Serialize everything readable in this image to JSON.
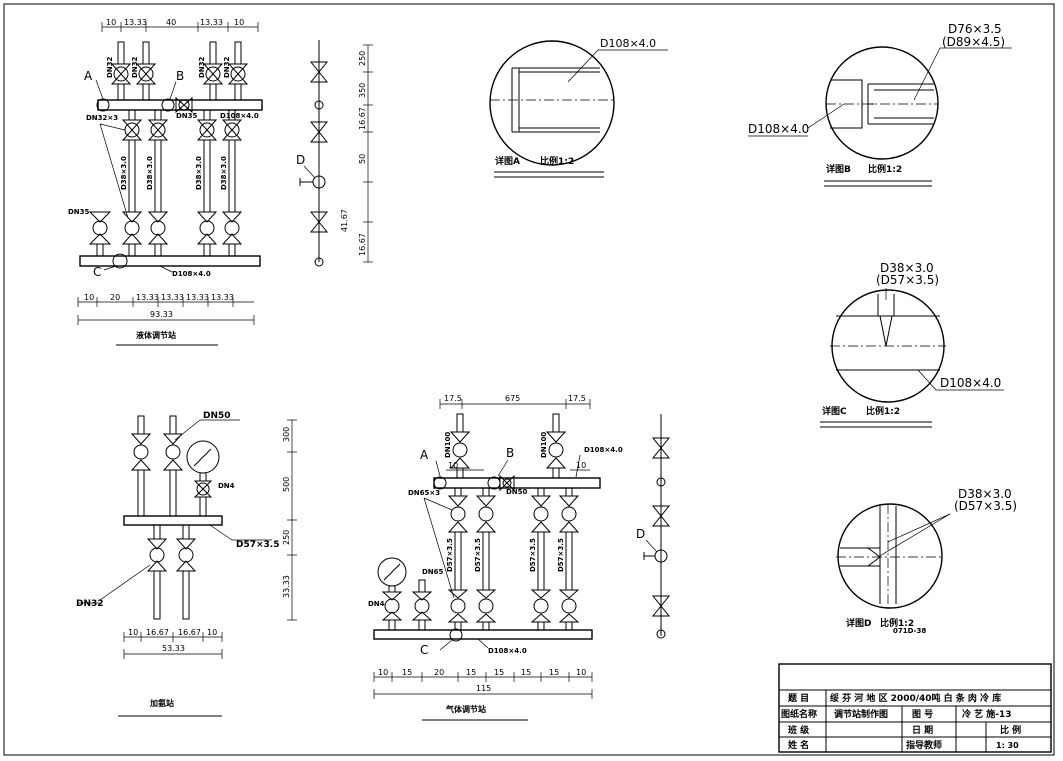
{
  "liquid_station": {
    "title": "液体调节站",
    "top_dims": [
      "10",
      "13.33",
      "40",
      "13.33",
      "10"
    ],
    "bottom_dims": [
      "10",
      "20",
      "13.33",
      "13.33",
      "13.33",
      "13.33"
    ],
    "overall": "93.33",
    "label_A": "A",
    "label_B": "B",
    "label_C": "C",
    "header_spec": "D108×4.0",
    "lower_spec": "D108×4.0",
    "dn_small": "DN32×3",
    "dn_side": "DN35",
    "valve_tags": [
      "DN32",
      "DN32",
      "DN32",
      "DN32"
    ],
    "pipe_tags": [
      "D38×3.0",
      "D38×3.0",
      "D38×3.0",
      "D38×3.0"
    ],
    "side_label_D": "D",
    "side_dims": [
      "250",
      "350",
      "16.67",
      "50",
      "41.67",
      "16.67"
    ]
  },
  "gas_station": {
    "title": "气体调节站",
    "top_dims": [
      "17.5",
      "675",
      "17.5"
    ],
    "bottom_dims": [
      "10",
      "15",
      "20",
      "15",
      "15",
      "15",
      "15",
      "10"
    ],
    "overall": "115",
    "label_A": "A",
    "label_B": "B",
    "label_C": "C",
    "top_spec": "D108×4.0",
    "lower_spec": "D108×4.0",
    "dn_small": "DN65×3",
    "valve_tags": [
      "DN100",
      "DN100"
    ],
    "dn_mid": "DN50",
    "dn_gauge": "DN65",
    "dn_gauge_left": "DN4",
    "pipe_tags": [
      "D57×3.5",
      "D57×3.5",
      "D57×3.5",
      "D57×3.5"
    ],
    "dim_10a": "10",
    "dim_10b": "10",
    "side_label_D": "D"
  },
  "ammonia_station": {
    "title": "加氨站",
    "dn_top": "DN50",
    "dn_gauge": "DN4",
    "dn_bottom": "DN32",
    "header_spec": "D57×3.5",
    "side_dims": [
      "300",
      "500",
      "250",
      "33.33"
    ],
    "bottom_dims": [
      "10",
      "16.67",
      "16.67",
      "10"
    ],
    "overall": "53.33"
  },
  "details": {
    "A": {
      "spec": "D108×4.0",
      "label": "详图A",
      "scale": "比例1:2"
    },
    "B": {
      "spec_top": "D76×3.5",
      "spec_top2": "(D89×4.5)",
      "spec": "D108×4.0",
      "label": "详图B",
      "scale": "比例1:2"
    },
    "C": {
      "spec_top": "D38×3.0",
      "spec_top2": "(D57×3.5)",
      "spec": "D108×4.0",
      "label": "详图C",
      "scale": "比例1:2"
    },
    "D": {
      "spec_top": "D38×3.0",
      "spec_top2": "(D57×3.5)",
      "label": "详图D",
      "scale": "比例1:2",
      "code": "071D-38"
    }
  },
  "title_block": {
    "topic_label": "题 目",
    "topic": "绥 芬 河 地 区 2000/40吨 白 条 肉 冷 库",
    "drawing_name_label": "图纸名称",
    "drawing_name": "调节站制作图",
    "drawing_no_label": "图 号",
    "drawing_no": "冷 艺 施-13",
    "class_label": "班 级",
    "date_label": "日 期",
    "scale_label": "比 例",
    "name_label": "姓 名",
    "teacher_label": "指导教师",
    "scale_value": "1: 30"
  }
}
